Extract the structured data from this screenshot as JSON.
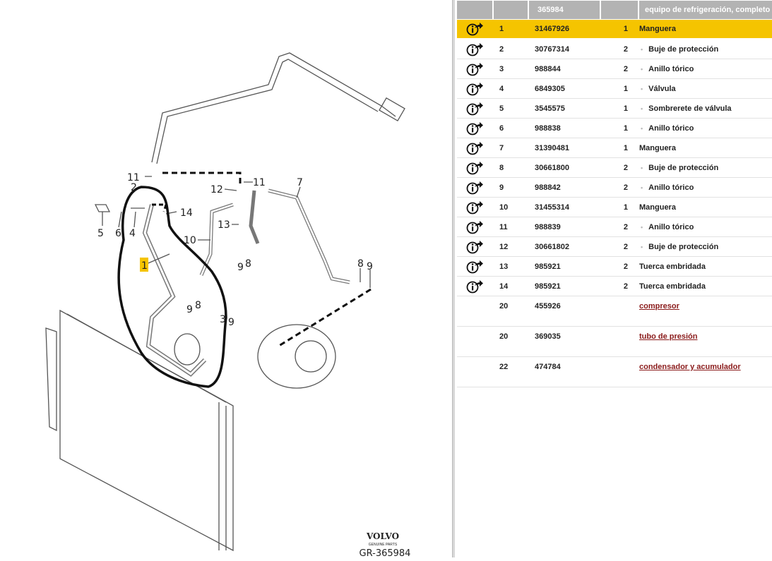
{
  "diagram": {
    "callouts": [
      "11",
      "2",
      "5",
      "6",
      "4",
      "14",
      "1",
      "10",
      "12",
      "13",
      "11",
      "7",
      "9",
      "8",
      "9",
      "8",
      "3",
      "9",
      "8",
      "9"
    ],
    "logo": "VOLVO",
    "logo_sub": "GENUINE PARTS",
    "code": "GR-365984"
  },
  "table": {
    "header": {
      "group": "365984",
      "title": "equipo de refrigeración, completo"
    },
    "rows": [
      {
        "pos": "1",
        "part": "31467926",
        "qty": "1",
        "desc": "Manguera",
        "sub": false,
        "selected": true
      },
      {
        "pos": "2",
        "part": "30767314",
        "qty": "2",
        "desc": "Buje de protección",
        "sub": true
      },
      {
        "pos": "3",
        "part": "988844",
        "qty": "2",
        "desc": "Anillo tórico",
        "sub": true
      },
      {
        "pos": "4",
        "part": "6849305",
        "qty": "1",
        "desc": "Válvula",
        "sub": true
      },
      {
        "pos": "5",
        "part": "3545575",
        "qty": "1",
        "desc": "Sombrerete de válvula",
        "sub": true
      },
      {
        "pos": "6",
        "part": "988838",
        "qty": "1",
        "desc": "Anillo tórico",
        "sub": true
      },
      {
        "pos": "7",
        "part": "31390481",
        "qty": "1",
        "desc": "Manguera",
        "sub": false
      },
      {
        "pos": "8",
        "part": "30661800",
        "qty": "2",
        "desc": "Buje de protección",
        "sub": true
      },
      {
        "pos": "9",
        "part": "988842",
        "qty": "2",
        "desc": "Anillo tórico",
        "sub": true
      },
      {
        "pos": "10",
        "part": "31455314",
        "qty": "1",
        "desc": "Manguera",
        "sub": false
      },
      {
        "pos": "11",
        "part": "988839",
        "qty": "2",
        "desc": "Anillo tórico",
        "sub": true
      },
      {
        "pos": "12",
        "part": "30661802",
        "qty": "2",
        "desc": "Buje de protección",
        "sub": true
      },
      {
        "pos": "13",
        "part": "985921",
        "qty": "2",
        "desc": "Tuerca embridada",
        "sub": false
      },
      {
        "pos": "14",
        "part": "985921",
        "qty": "2",
        "desc": "Tuerca embridada",
        "sub": false
      }
    ],
    "links": [
      {
        "pos": "20",
        "part": "455926",
        "desc": "compresor"
      },
      {
        "pos": "20",
        "part": "369035",
        "desc": "tubo de presión"
      },
      {
        "pos": "22",
        "part": "474784",
        "desc": "condensador y acumulador"
      }
    ],
    "bullet": "•"
  }
}
